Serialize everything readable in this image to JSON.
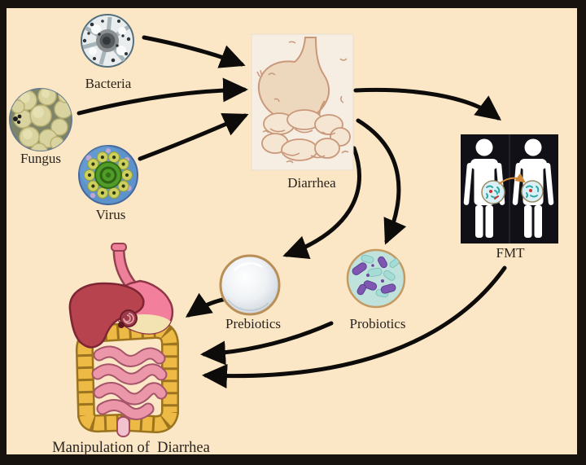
{
  "diagram": {
    "background_color": "#fbe7c6",
    "frame_color": "#17120d",
    "arrow_color": "#0d0c0a",
    "labels": {
      "bacteria": "Bacteria",
      "fungus": "Fungus",
      "virus": "Virus",
      "diarrhea": "Diarrhea",
      "fmt": "FMT",
      "prebiotics": "Prebiotics",
      "probiotics": "Probiotics",
      "manipulation": "Manipulation of  Diarrhea"
    },
    "node_colors": {
      "bacteria_circle": "#e9edee",
      "fungus_spheres": "#d9d3a0",
      "virus_body": "#5d92cb",
      "virus_core": "#4f9c28",
      "diarrhea_box": "#f7eee3",
      "gut_outline": "#c9987a",
      "fmt_panel": "#101016",
      "fmt_figures": "#ffffff",
      "fmt_transfer_arrow": "#d18a3a",
      "prebiotics_ball": "#e8edf1",
      "probiotics_rods": "#7e57b2",
      "probiotics_bg": "#bfe2dd",
      "colon_gold": "#ecba45",
      "intestine_pink": "#ec96a9",
      "liver_red": "#b7434e",
      "stomach_pink": "#f2809c"
    },
    "edges": [
      {
        "from": "bacteria",
        "to": "diarrhea"
      },
      {
        "from": "fungus",
        "to": "diarrhea"
      },
      {
        "from": "virus",
        "to": "diarrhea"
      },
      {
        "from": "diarrhea",
        "to": "fmt"
      },
      {
        "from": "diarrhea",
        "to": "prebiotics"
      },
      {
        "from": "diarrhea",
        "to": "probiotics"
      },
      {
        "from": "prebiotics",
        "to": "manipulation"
      },
      {
        "from": "probiotics",
        "to": "manipulation"
      },
      {
        "from": "fmt",
        "to": "manipulation"
      }
    ]
  }
}
